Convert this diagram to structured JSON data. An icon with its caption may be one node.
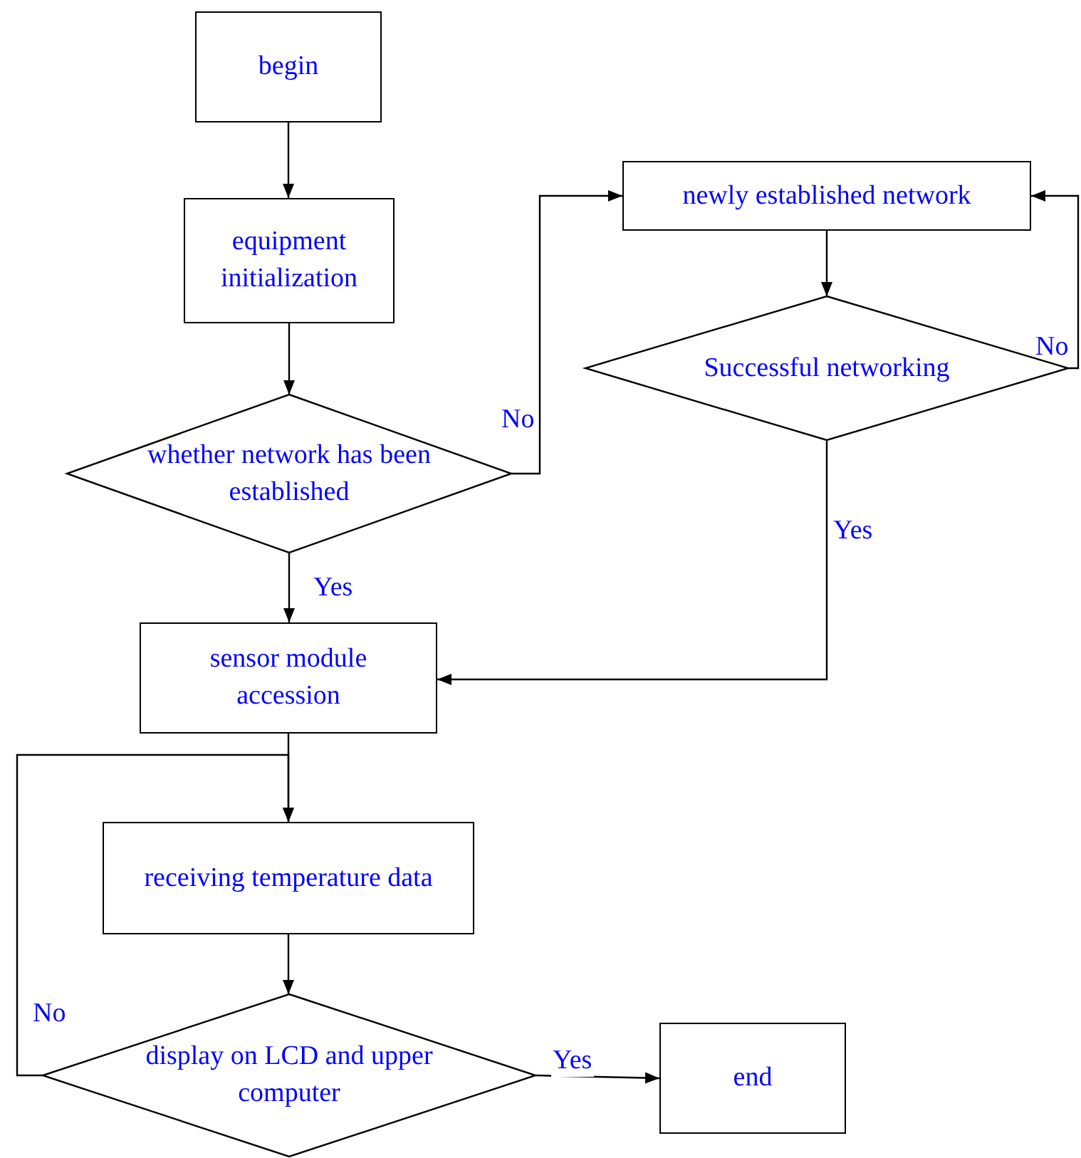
{
  "diagram": {
    "nodes": [
      {
        "text": [
          "begin"
        ]
      },
      {
        "text": [
          "equipment initialization"
        ]
      },
      {
        "text": [
          "whether network has been established"
        ]
      },
      {
        "text": [
          "newly established network"
        ]
      },
      {
        "text": [
          "Successful networking"
        ]
      },
      {
        "text": [
          "sensor module accession"
        ]
      },
      {
        "text": [
          "receiving temperature data"
        ]
      },
      {
        "text": [
          "display on LCD and upper computer"
        ]
      },
      {
        "text": [
          "end"
        ]
      }
    ],
    "edges": [
      {
        "from": 0,
        "to": 1,
        "arrow": "to"
      },
      {
        "from": 1,
        "to": 2,
        "arrow": "to"
      },
      {
        "from": 2,
        "to": 3,
        "arrow": "to",
        "label": "No"
      },
      {
        "from": 3,
        "to": 4,
        "arrow": "to"
      },
      {
        "from": 4,
        "to": 3,
        "arrow": "to",
        "label": "No"
      },
      {
        "from": 4,
        "to": 5,
        "arrow": "to",
        "label": "Yes"
      },
      {
        "from": 2,
        "to": 5,
        "arrow": "to",
        "label": "Yes"
      },
      {
        "from": 5,
        "to": 6,
        "arrow": "to"
      },
      {
        "from": 7,
        "to": 6,
        "arrow": "to",
        "label": "No"
      },
      {
        "from": 6,
        "to": 7,
        "arrow": "to"
      },
      {
        "from": 7,
        "to": 8,
        "arrow": "to",
        "label": "Yes"
      }
    ]
  }
}
